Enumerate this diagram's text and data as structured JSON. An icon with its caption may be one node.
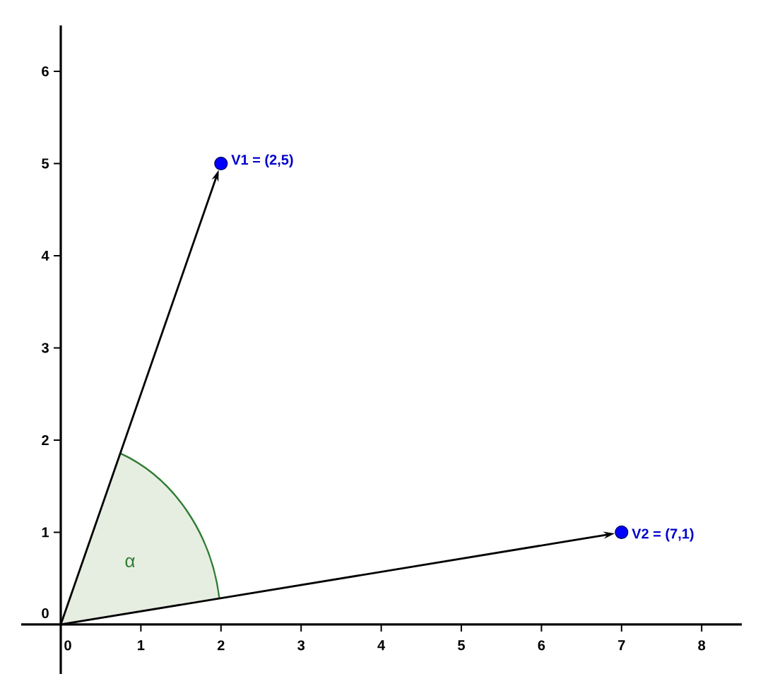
{
  "diagram": {
    "nodes": [
      {
        "text": [],
        "shape": "circle",
        "beside": [
          "V1 = (2,5)"
        ]
      },
      {
        "text": [],
        "shape": "circle",
        "beside": [
          "V2 = (7,1)"
        ]
      },
      {
        "text": [
          "α"
        ]
      }
    ],
    "edges": [
      {
        "from": 2,
        "to": 0,
        "arrow": "to"
      },
      {
        "from": 2,
        "to": 1,
        "arrow": "to"
      }
    ],
    "labels": [
      "6",
      "5",
      "4",
      "3",
      "2",
      "1",
      "0",
      "0",
      "1",
      "2",
      "3",
      "4",
      "5",
      "6",
      "7",
      "8"
    ]
  }
}
